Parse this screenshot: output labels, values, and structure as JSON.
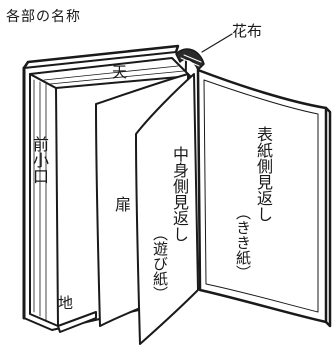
{
  "title": "各部の名称",
  "labels": {
    "kafu": "花布",
    "ten": "天",
    "chi": "地",
    "maekoguchi": "前小口",
    "tobira": "扉",
    "nakami_mikaeshi": "中身側見返し",
    "asobi_gami": "（遊び紙）",
    "omote_mikaeshi": "表紙側見返し",
    "kiki_gami": "（きき紙）"
  },
  "colors": {
    "line": "#1a1a1a",
    "spine_dark": "#222222",
    "paper": "#ffffff"
  }
}
